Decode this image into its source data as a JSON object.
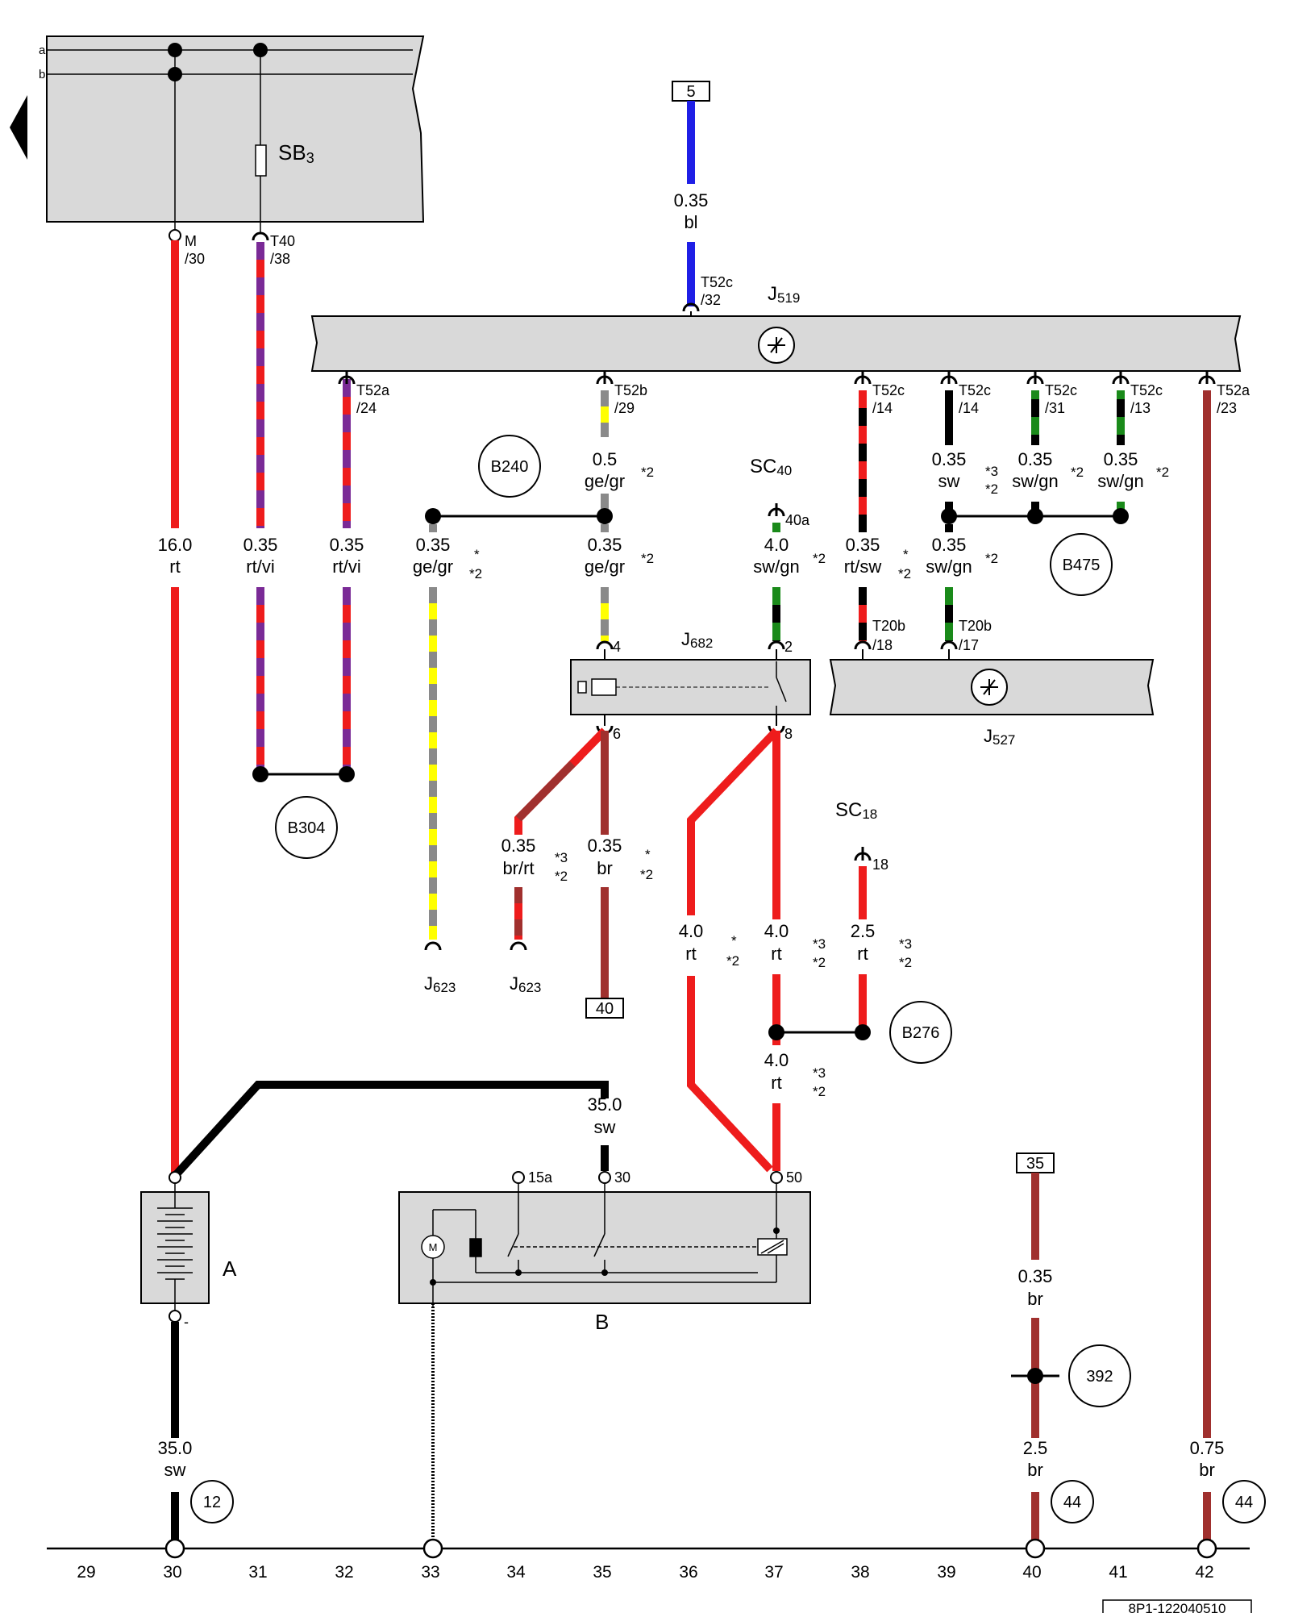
{
  "bus_lines": [
    "a",
    "b"
  ],
  "components": {
    "fuse": "SB",
    "fuse_sub": "3",
    "j519": "J",
    "j519_sub": "519",
    "j682": "J",
    "j682_sub": "682",
    "j527": "J",
    "j527_sub": "527",
    "battery": "A",
    "starter": "B",
    "sc40": "SC",
    "sc40_sub": "40",
    "sc18": "SC",
    "sc18_sub": "18",
    "j623_a": "J",
    "j623_a_sub": "623",
    "j623_b": "J",
    "j623_b_sub": "623",
    "motor": "M"
  },
  "connectors": {
    "m30_a": "M",
    "m30_b": "/30",
    "t40_a": "T40",
    "t40_b": "/38",
    "t52c32_a": "T52c",
    "t52c32_b": "/32",
    "t52a24_a": "T52a",
    "t52a24_b": "/24",
    "t52b29_a": "T52b",
    "t52b29_b": "/29",
    "t52c14a_a": "T52c",
    "t52c14a_b": "/14",
    "t52c14b_a": "T52c",
    "t52c14b_b": "/14",
    "t52c31_a": "T52c",
    "t52c31_b": "/31",
    "t52c13_a": "T52c",
    "t52c13_b": "/13",
    "t52a23_a": "T52a",
    "t52a23_b": "/23",
    "t20b18_a": "T20b",
    "t20b18_b": "/18",
    "t20b17_a": "T20b",
    "t20b17_b": "/17",
    "pin4": "4",
    "pin2": "2",
    "pin6": "6",
    "pin8": "8",
    "pin40a": "40a",
    "pin18": "18",
    "pin15a": "15a",
    "pin30": "30",
    "pin50": "50",
    "minus": "-"
  },
  "wires": {
    "w_bl_size": "0.35",
    "w_bl_color": "bl",
    "w_rt16_size": "16.0",
    "w_rt16_color": "rt",
    "w_rtvi1_size": "0.35",
    "w_rtvi1_color": "rt/vi",
    "w_rtvi2_size": "0.35",
    "w_rtvi2_color": "rt/vi",
    "w_gegr1_size": "0.35",
    "w_gegr1_color": "ge/gr",
    "w_gegr05_size": "0.5",
    "w_gegr05_color": "ge/gr",
    "w_gegr2_size": "0.35",
    "w_gegr2_color": "ge/gr",
    "w_swgn4_size": "4.0",
    "w_swgn4_color": "sw/gn",
    "w_rtsw_size": "0.35",
    "w_rtsw_color": "rt/sw",
    "w_sw_size": "0.35",
    "w_sw_color": "sw",
    "w_swgn31_size": "0.35",
    "w_swgn31_color": "sw/gn",
    "w_swgn13_size": "0.35",
    "w_swgn13_color": "sw/gn",
    "w_swgn17_size": "0.35",
    "w_swgn17_color": "sw/gn",
    "w_brrt_size": "0.35",
    "w_brrt_color": "br/rt",
    "w_br035_size": "0.35",
    "w_br035_color": "br",
    "w_rt4a_size": "4.0",
    "w_rt4a_color": "rt",
    "w_rt4b_size": "4.0",
    "w_rt4b_color": "rt",
    "w_rt25_size": "2.5",
    "w_rt25_color": "rt",
    "w_rt4c_size": "4.0",
    "w_rt4c_color": "rt",
    "w_sw35_size": "35.0",
    "w_sw35_color": "sw",
    "w_swbat_size": "35.0",
    "w_swbat_color": "sw",
    "w_br40a_size": "0.35",
    "w_br40a_color": "br",
    "w_br25_size": "2.5",
    "w_br25_color": "br",
    "w_br075_size": "0.75",
    "w_br075_color": "br"
  },
  "notes": {
    "n1": "*2",
    "n2a": "*3",
    "n2b": "*2",
    "n3": "*2",
    "n4": "*2",
    "n5a": "*",
    "n5b": "*2",
    "n6": "*2",
    "n7": "*2",
    "n8a": "*",
    "n8b": "*2",
    "n9": "*2",
    "n10a": "*3",
    "n10b": "*2",
    "n11a": "*",
    "n11b": "*2",
    "n12a": "*",
    "n12b": "*2",
    "n13a": "*3",
    "n13b": "*2",
    "n14a": "*3",
    "n14b": "*2",
    "n15a": "*3",
    "n15b": "*2"
  },
  "ground_points": [
    "B240",
    "B475",
    "B304",
    "B276",
    "392",
    "12",
    "44",
    "44"
  ],
  "refs": {
    "r5": "5",
    "r40": "40",
    "r35": "35"
  },
  "columns": [
    "29",
    "30",
    "31",
    "32",
    "33",
    "34",
    "35",
    "36",
    "37",
    "38",
    "39",
    "40",
    "41",
    "42"
  ],
  "doc_code": "8P1-122040510",
  "colors": {
    "red": "#ee1c1c",
    "violet": "#7a2a96",
    "blue": "#1f1fe6",
    "yellow": "#ffff00",
    "grey": "#8a8a8a",
    "green": "#1a8a1a",
    "brown": "#a0302e",
    "black": "#000000",
    "panel": "#d9d9d9"
  }
}
